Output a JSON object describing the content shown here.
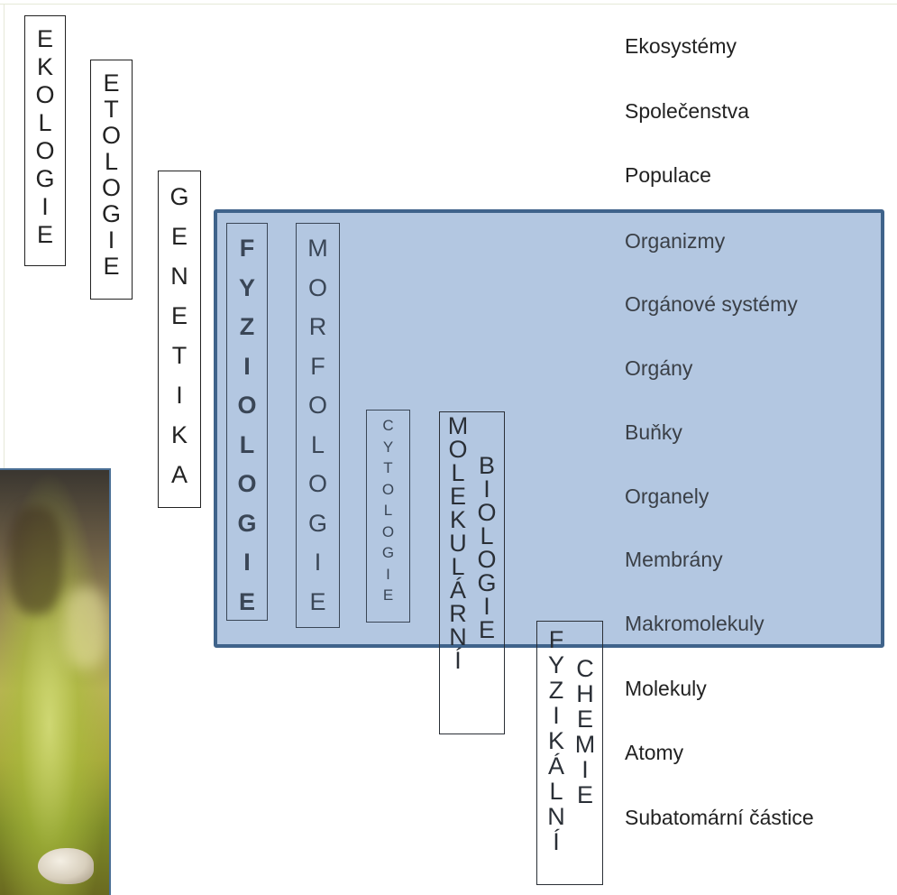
{
  "disciplines": {
    "ekologie": "EKOLOGIE",
    "etologie": "ETOLOGIE",
    "genetika": "GENETIKA",
    "fyziologie": "FYZIOLOGIE",
    "morfologie": "MORFOLOGIE",
    "cytologie": "CYTOLOGIE",
    "molekularni": "MOLEKULÁRNÍ",
    "biologie": "BIOLOGIE",
    "fyzikalni": "FYZIKÁLNÍ",
    "chemie": "CHEMIE"
  },
  "levels": [
    "Ekosystémy",
    "Společenstva",
    "Populace",
    "Organizmy",
    "Orgánové systémy",
    "Orgány",
    "Buňky",
    "Organely",
    "Membrány",
    "Makromolekuly",
    "Molekuly",
    "Atomy",
    "Subatomární částice"
  ],
  "colors": {
    "highlight_fill": "#b3c7e1",
    "highlight_border": "#3f638b"
  }
}
